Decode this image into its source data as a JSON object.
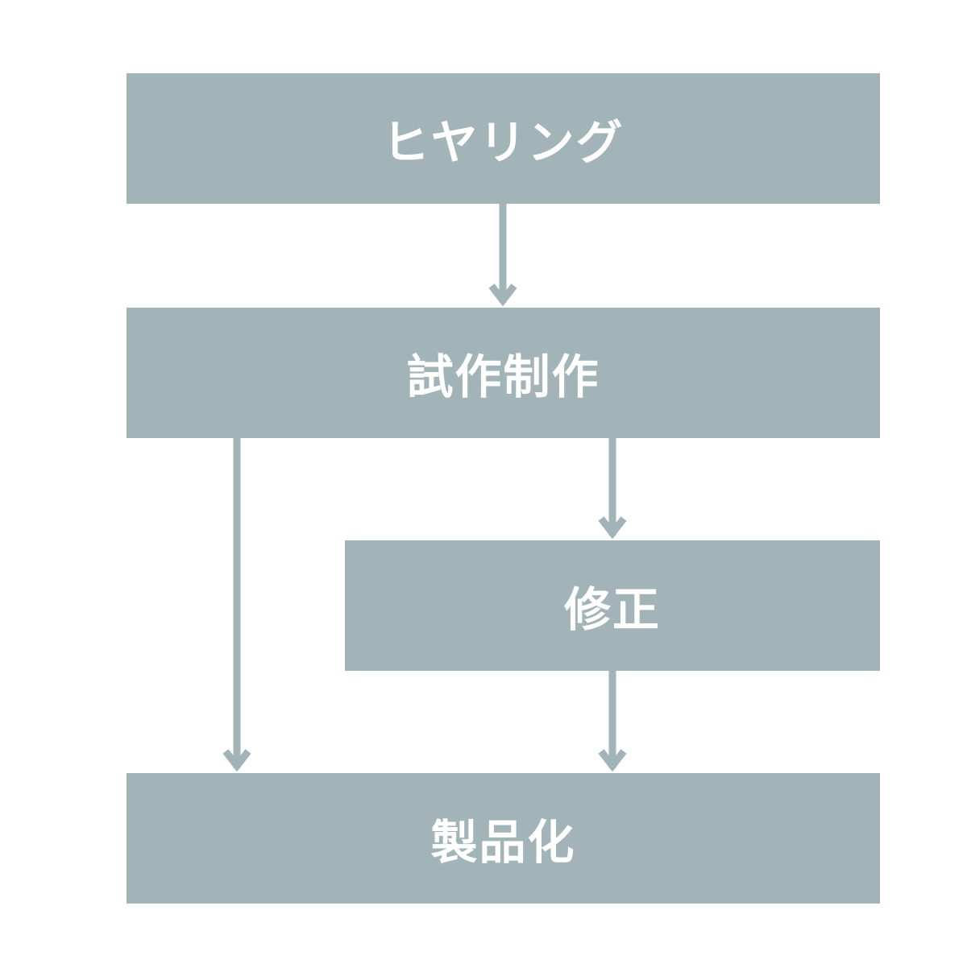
{
  "flow": {
    "steps": [
      {
        "id": "hearing",
        "label": "ヒヤリング"
      },
      {
        "id": "prototype",
        "label": "試作制作"
      },
      {
        "id": "revision",
        "label": "修正"
      },
      {
        "id": "product",
        "label": "製品化"
      }
    ],
    "connections": [
      {
        "from": "hearing",
        "to": "prototype"
      },
      {
        "from": "prototype",
        "to": "revision"
      },
      {
        "from": "prototype",
        "to": "product"
      },
      {
        "from": "revision",
        "to": "product"
      }
    ],
    "colors": {
      "box": "#a3b4b8",
      "text": "#ffffff",
      "arrow": "#a3b4b8"
    }
  }
}
